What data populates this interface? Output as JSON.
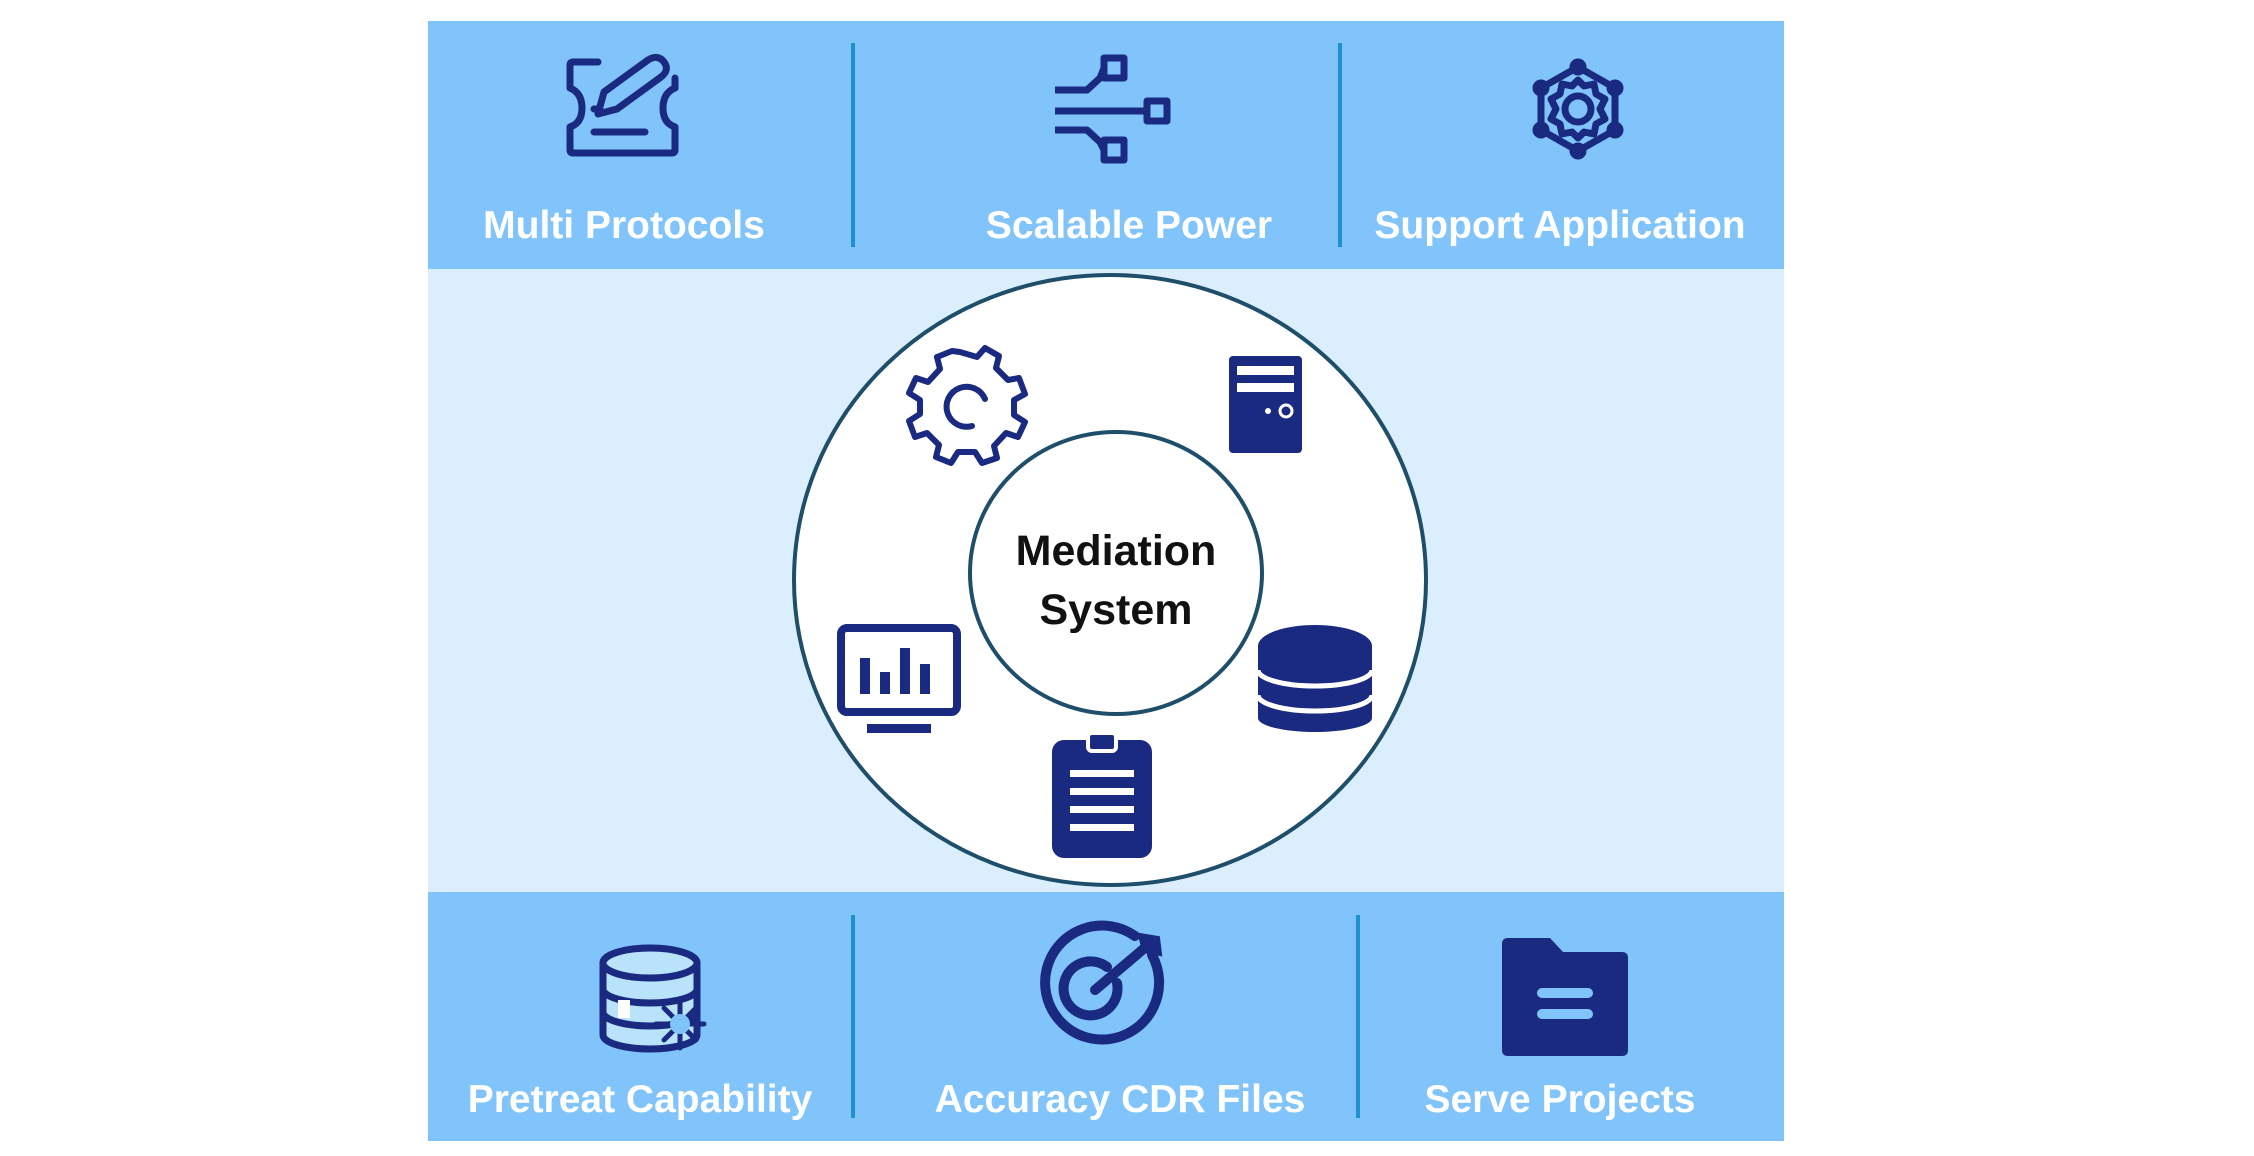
{
  "colors": {
    "band": "#80c4fb",
    "middle": "#dbeefd",
    "divider": "#1e8fcf",
    "icon": "#1a2a80",
    "ring": "#1f4e6b",
    "label": "#ffffff"
  },
  "top_features": [
    {
      "label": "Multi Protocols",
      "icon": "ticket-edit-icon"
    },
    {
      "label": "Scalable Power",
      "icon": "network-branch-icon"
    },
    {
      "label": "Support Application",
      "icon": "hexagon-gear-icon"
    }
  ],
  "center": {
    "line1": "Mediation",
    "line2": "System",
    "icons": [
      "gear-icon",
      "server-icon",
      "database-icon",
      "clipboard-icon",
      "monitor-chart-icon"
    ]
  },
  "bottom_features": [
    {
      "label": "Pretreat Capability",
      "icon": "database-sparkle-icon"
    },
    {
      "label": "Accuracy CDR Files",
      "icon": "target-arrow-icon"
    },
    {
      "label": "Serve Projects",
      "icon": "folder-icon"
    }
  ]
}
